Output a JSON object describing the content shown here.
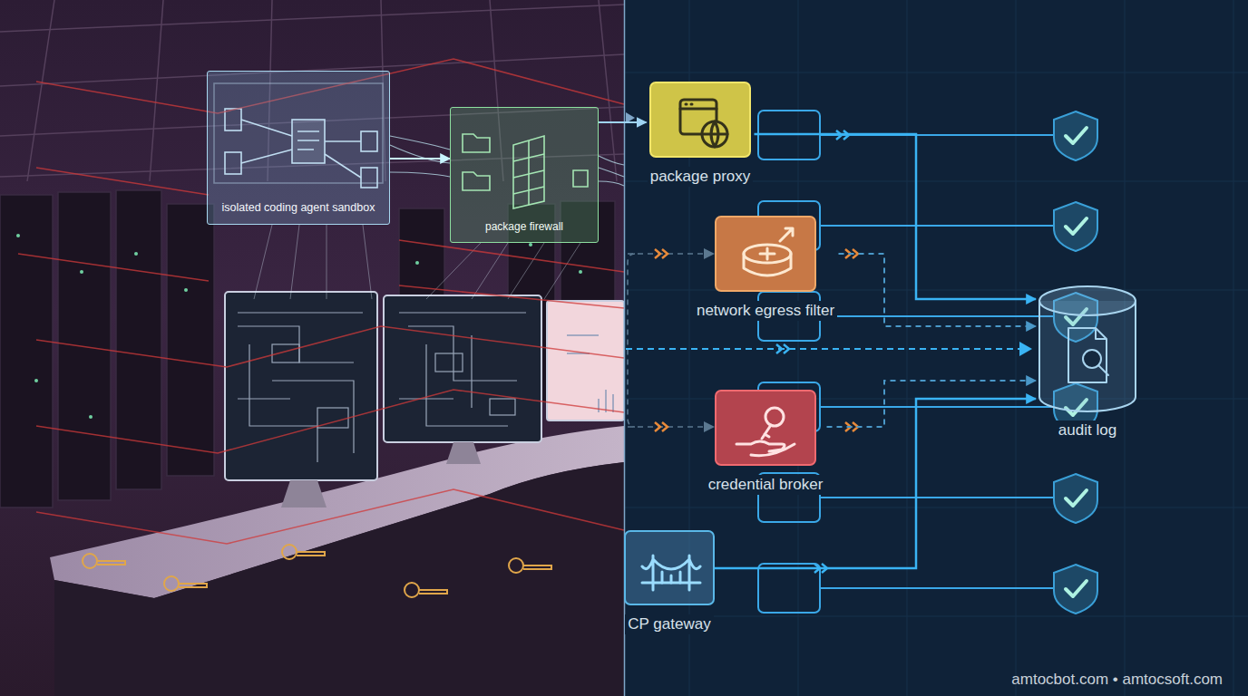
{
  "diagram": {
    "nodes": [
      {
        "text": [
          "isolated coding agent sandbox"
        ]
      },
      {
        "text": [
          "package firewall"
        ]
      },
      {
        "text": [
          "package proxy"
        ]
      },
      {
        "text": [
          "network egress filter"
        ]
      },
      {
        "text": [
          "credential broker"
        ]
      },
      {
        "text": [
          "CP gateway"
        ]
      },
      {
        "text": [
          "audit log"
        ]
      }
    ],
    "edges": [
      {
        "from": 0,
        "to": 1,
        "arrow": "to"
      },
      {
        "from": 1,
        "to": 2,
        "arrow": "to"
      },
      {
        "from": 2,
        "to": 6,
        "arrow": "to"
      },
      {
        "from": 3,
        "to": 6,
        "arrow": "to"
      },
      {
        "from": 4,
        "to": 6,
        "arrow": "to"
      },
      {
        "from": 5,
        "to": 6,
        "arrow": "to"
      }
    ],
    "labels": [
      "amtocbot.com • amtocsoft.com"
    ]
  }
}
